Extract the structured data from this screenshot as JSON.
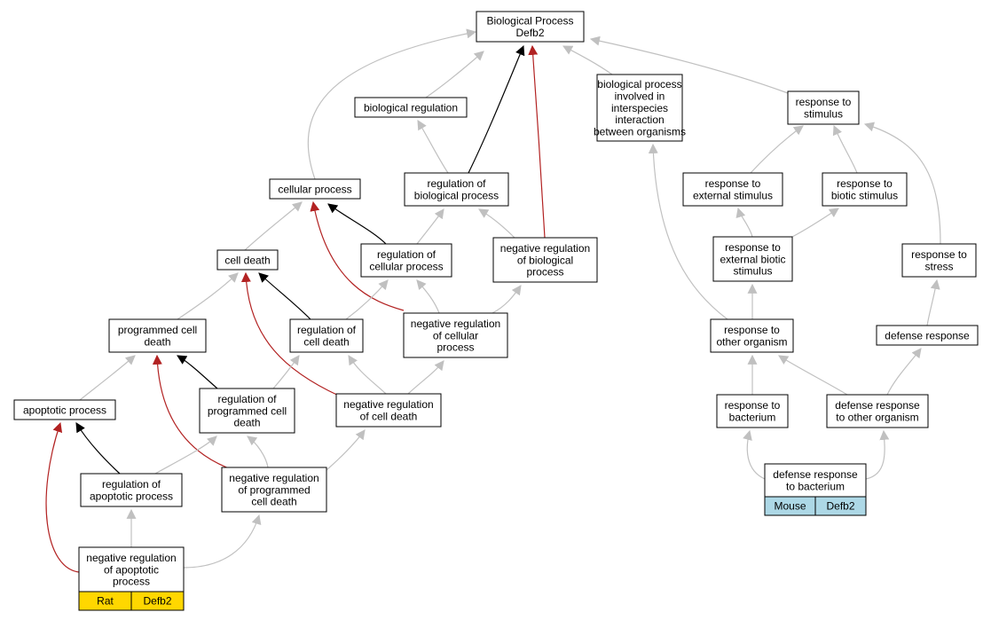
{
  "colors": {
    "background": "#ffffff",
    "edge_gray": "#c0c0c0",
    "edge_black": "#000000",
    "edge_red": "#b22222",
    "rat_gene_fill": "#ffd700",
    "mouse_gene_fill": "#add8e6"
  },
  "nodes": {
    "root": [
      "Biological Process",
      "Defb2"
    ],
    "bio_reg": [
      "biological regulation"
    ],
    "interspecies": [
      "biological process",
      "involved in",
      "interspecies",
      "interaction",
      "between organisms"
    ],
    "resp_stim": [
      "response to",
      "stimulus"
    ],
    "cell_proc": [
      "cellular process"
    ],
    "reg_bio": [
      "regulation of",
      "biological process"
    ],
    "resp_ext": [
      "response to",
      "external stimulus"
    ],
    "resp_biotic": [
      "response to",
      "biotic stimulus"
    ],
    "cell_death": [
      "cell death"
    ],
    "reg_cell": [
      "regulation of",
      "cellular process"
    ],
    "neg_reg_bio": [
      "negative regulation",
      "of biological",
      "process"
    ],
    "resp_ext_biotic": [
      "response to",
      "external biotic",
      "stimulus"
    ],
    "resp_stress": [
      "response to",
      "stress"
    ],
    "prog_cell_death": [
      "programmed cell",
      "death"
    ],
    "reg_cell_death": [
      "regulation of",
      "cell death"
    ],
    "neg_reg_cell": [
      "negative regulation",
      "of cellular",
      "process"
    ],
    "resp_other": [
      "response to",
      "other organism"
    ],
    "defense": [
      "defense response"
    ],
    "apoptotic": [
      "apoptotic process"
    ],
    "reg_prog": [
      "regulation of",
      "programmed cell",
      "death"
    ],
    "neg_reg_cd": [
      "negative regulation",
      "of cell death"
    ],
    "resp_bact": [
      "response to",
      "bacterium"
    ],
    "def_other": [
      "defense response",
      "to other organism"
    ],
    "reg_apop": [
      "regulation of",
      "apoptotic process"
    ],
    "neg_reg_prog": [
      "negative regulation",
      "of programmed",
      "cell death"
    ],
    "def_bact": [
      "defense response",
      "to bacterium"
    ],
    "neg_reg_apop": [
      "negative regulation",
      "of apoptotic",
      "process"
    ]
  },
  "annotations": {
    "rat": {
      "species": "Rat",
      "gene": "Defb2"
    },
    "mouse": {
      "species": "Mouse",
      "gene": "Defb2"
    }
  }
}
